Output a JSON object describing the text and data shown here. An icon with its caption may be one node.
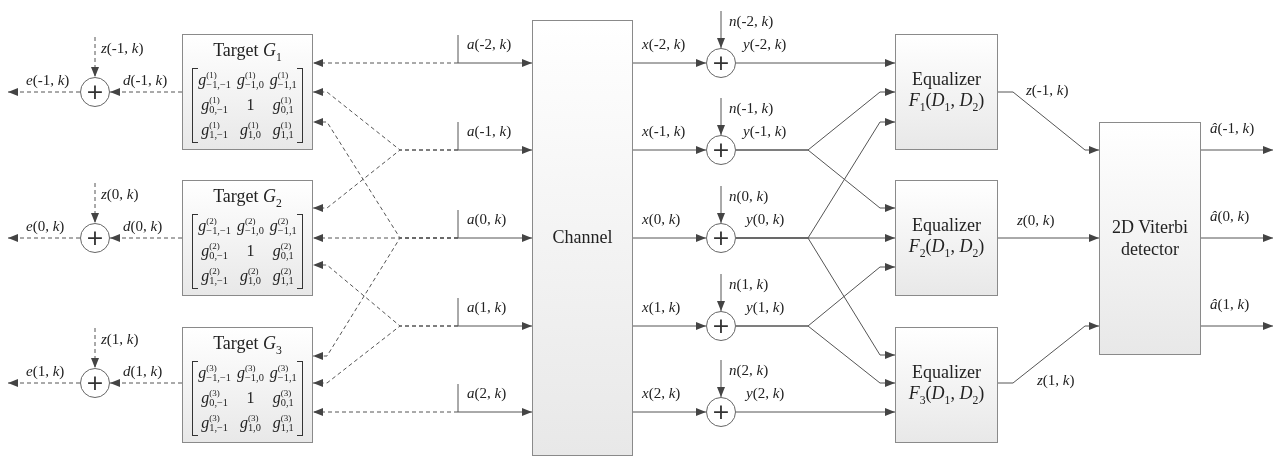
{
  "diagram": {
    "nodes": [
      {
        "text": [
          "Target *G*$_{1}$",
          "*g*$^{(1)}$$_{−1,−1}$",
          "*g*$^{(1)}$$_{−1,0}$",
          "*g*$^{(1)}$$_{−1,1}$",
          "*g*$^{(1)}$$_{0,−1}$",
          "1",
          "*g*$^{(1)}$$_{0,1}$",
          "*g*$^{(1)}$$_{1,−1}$",
          "*g*$^{(1)}$$_{1,0}$",
          "*g*$^{(1)}$$_{1,1}$"
        ]
      },
      {
        "text": [
          "Target *G*$_{2}$",
          "*g*$^{(2)}$$_{−1,−1}$",
          "*g*$^{(2)}$$_{−1,0}$",
          "*g*$^{(2)}$$_{−1,1}$",
          "*g*$^{(2)}$$_{0,−1}$",
          "1",
          "*g*$^{(2)}$$_{0,1}$",
          "*g*$^{(2)}$$_{1,−1}$",
          "*g*$^{(2)}$$_{1,0}$",
          "*g*$^{(2)}$$_{1,1}$"
        ]
      },
      {
        "text": [
          "Target *G*$_{3}$",
          "*g*$^{(3)}$$_{−1,−1}$",
          "*g*$^{(3)}$$_{−1,0}$",
          "*g*$^{(3)}$$_{−1,1}$",
          "*g*$^{(3)}$$_{0,−1}$",
          "1",
          "*g*$^{(3)}$$_{0,1}$",
          "*g*$^{(3)}$$_{1,−1}$",
          "*g*$^{(3)}$$_{1,0}$",
          "*g*$^{(3)}$$_{1,1}$"
        ]
      },
      {
        "text": [
          "+"
        ]
      },
      {
        "text": [
          "+"
        ]
      },
      {
        "text": [
          "+"
        ]
      },
      {
        "text": [
          "Channel"
        ]
      },
      {
        "text": [
          "+"
        ]
      },
      {
        "text": [
          "+"
        ]
      },
      {
        "text": [
          "+"
        ]
      },
      {
        "text": [
          "+"
        ]
      },
      {
        "text": [
          "+"
        ]
      },
      {
        "text": [
          "Equalizer *F*$_{1}$(*D*$_{1}$, *D*$_{2}$)"
        ]
      },
      {
        "text": [
          "Equalizer *F*$_{2}$(*D*$_{1}$, *D*$_{2}$)"
        ]
      },
      {
        "text": [
          "Equalizer *F*$_{3}$(*D*$_{1}$, *D*$_{2}$)"
        ]
      },
      {
        "text": [
          "2D Viterbi detector"
        ]
      }
    ],
    "edges": [
      {
        "from": null,
        "to": 3,
        "arrow": "to",
        "label": "*z*(-1, *k*)",
        "style": "dashed"
      },
      {
        "from": 0,
        "to": 3,
        "arrow": "to",
        "label": "*d*(-1, *k*)",
        "style": "dashed"
      },
      {
        "from": 3,
        "to": null,
        "arrow": "to",
        "label": "*e*(-1, *k*)",
        "style": "dashed"
      },
      {
        "from": null,
        "to": 4,
        "arrow": "to",
        "label": "*z*(0, *k*)",
        "style": "dashed"
      },
      {
        "from": 1,
        "to": 4,
        "arrow": "to",
        "label": "*d*(0, *k*)",
        "style": "dashed"
      },
      {
        "from": 4,
        "to": null,
        "arrow": "to",
        "label": "*e*(0, *k*)",
        "style": "dashed"
      },
      {
        "from": null,
        "to": 5,
        "arrow": "to",
        "label": "*z*(1, *k*)",
        "style": "dashed"
      },
      {
        "from": 2,
        "to": 5,
        "arrow": "to",
        "label": "*d*(1, *k*)",
        "style": "dashed"
      },
      {
        "from": 5,
        "to": null,
        "arrow": "to",
        "label": "*e*(1, *k*)",
        "style": "dashed"
      },
      {
        "from": null,
        "to": 0,
        "arrow": "to",
        "style": "dashed"
      },
      {
        "from": null,
        "to": 0,
        "arrow": "to",
        "style": "dashed"
      },
      {
        "from": null,
        "to": 1,
        "arrow": "to",
        "style": "dashed"
      },
      {
        "from": null,
        "to": 0,
        "arrow": "to",
        "style": "dashed"
      },
      {
        "from": null,
        "to": 1,
        "arrow": "to",
        "style": "dashed"
      },
      {
        "from": null,
        "to": 2,
        "arrow": "to",
        "style": "dashed"
      },
      {
        "from": null,
        "to": 1,
        "arrow": "to",
        "style": "dashed"
      },
      {
        "from": null,
        "to": 2,
        "arrow": "to",
        "style": "dashed"
      },
      {
        "from": null,
        "to": 2,
        "arrow": "to",
        "style": "dashed"
      },
      {
        "from": null,
        "to": 6,
        "arrow": "to",
        "label": "*a*(-2, *k*)"
      },
      {
        "from": null,
        "to": 6,
        "arrow": "to",
        "label": "*a*(-1, *k*)"
      },
      {
        "from": null,
        "to": 6,
        "arrow": "to",
        "label": "*a*(0, *k*)"
      },
      {
        "from": null,
        "to": 6,
        "arrow": "to",
        "label": "*a*(1, *k*)"
      },
      {
        "from": null,
        "to": 6,
        "arrow": "to",
        "label": "*a*(2, *k*)"
      },
      {
        "from": 6,
        "to": 7,
        "arrow": "to",
        "label": "*x*(-2, *k*)"
      },
      {
        "from": 6,
        "to": 8,
        "arrow": "to",
        "label": "*x*(-1, *k*)"
      },
      {
        "from": 6,
        "to": 9,
        "arrow": "to",
        "label": "*x*(0, *k*)"
      },
      {
        "from": 6,
        "to": 10,
        "arrow": "to",
        "label": "*x*(1, *k*)"
      },
      {
        "from": 6,
        "to": 11,
        "arrow": "to",
        "label": "*x*(2, *k*)"
      },
      {
        "from": null,
        "to": 7,
        "arrow": "to",
        "label": "*n*(-2, *k*)"
      },
      {
        "from": null,
        "to": 8,
        "arrow": "to",
        "label": "*n*(-1, *k*)"
      },
      {
        "from": null,
        "to": 9,
        "arrow": "to",
        "label": "*n*(0, *k*)"
      },
      {
        "from": null,
        "to": 10,
        "arrow": "to",
        "label": "*n*(1, *k*)"
      },
      {
        "from": null,
        "to": 11,
        "arrow": "to",
        "label": "*n*(2, *k*)"
      },
      {
        "from": 7,
        "to": 12,
        "arrow": "to",
        "label": "*y*(-2, *k*)"
      },
      {
        "from": 8,
        "to": 12,
        "arrow": "to",
        "label": "*y*(-1, *k*)"
      },
      {
        "from": 8,
        "to": 13,
        "arrow": "to"
      },
      {
        "from": 9,
        "to": 12,
        "arrow": "to",
        "label": "*y*(0, *k*)"
      },
      {
        "from": 9,
        "to": 13,
        "arrow": "to"
      },
      {
        "from": 9,
        "to": 14,
        "arrow": "to"
      },
      {
        "from": 10,
        "to": 13,
        "arrow": "to",
        "label": "*y*(1, *k*)"
      },
      {
        "from": 10,
        "to": 14,
        "arrow": "to"
      },
      {
        "from": 11,
        "to": 14,
        "arrow": "to",
        "label": "*y*(2, *k*)"
      },
      {
        "from": 12,
        "to": 15,
        "arrow": "to",
        "label": "*z*(-1, *k*)"
      },
      {
        "from": 13,
        "to": 15,
        "arrow": "to",
        "label": "*z*(0, *k*)"
      },
      {
        "from": 14,
        "to": 15,
        "arrow": "to",
        "label": "*z*(1, *k*)"
      },
      {
        "from": 15,
        "to": null,
        "arrow": "to",
        "label": "*â*(-1, *k*)"
      },
      {
        "from": 15,
        "to": null,
        "arrow": "to",
        "label": "*â*(0, *k*)"
      },
      {
        "from": 15,
        "to": null,
        "arrow": "to",
        "label": "*â*(1, *k*)"
      }
    ]
  }
}
